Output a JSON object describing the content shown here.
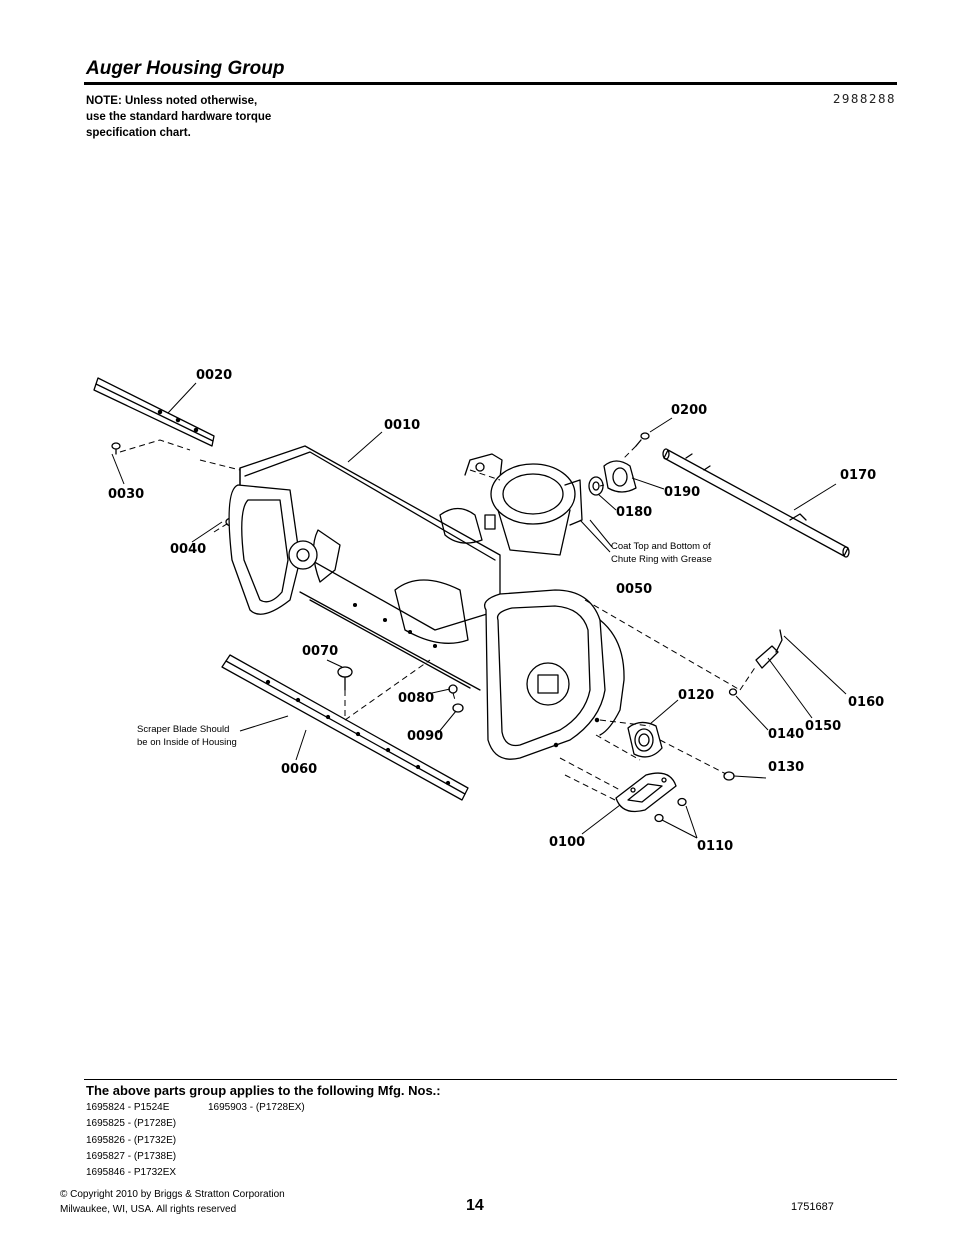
{
  "header": {
    "title": "Auger Housing Group",
    "note_lines": [
      "NOTE: Unless noted otherwise,",
      "use the standard hardware torque",
      "specification chart."
    ],
    "drawing_number": "2988288"
  },
  "diagram": {
    "callouts": {
      "c0010": "0010",
      "c0020": "0020",
      "c0030": "0030",
      "c0040": "0040",
      "c0050": "0050",
      "c0060": "0060",
      "c0070": "0070",
      "c0080": "0080",
      "c0090": "0090",
      "c0100": "0100",
      "c0110": "0110",
      "c0120": "0120",
      "c0130": "0130",
      "c0140": "0140",
      "c0150": "0150",
      "c0160": "0160",
      "c0170": "0170",
      "c0180": "0180",
      "c0190": "0190",
      "c0200": "0200"
    },
    "grease_note": [
      "Coat Top and Bottom of",
      "Chute Ring with Grease"
    ],
    "scraper_note": [
      "Scraper Blade Should",
      "be on Inside of Housing"
    ]
  },
  "footer": {
    "applies_title": "The above parts group applies to the following Mfg. Nos.:",
    "mfg_col1": [
      "1695824 - P1524E",
      "1695825 - (P1728E)",
      "1695826 - (P1732E)",
      "1695827 - (P1738E)",
      "1695846 - P1732EX"
    ],
    "mfg_col2": [
      "1695903 - (P1728EX)"
    ],
    "copyright_lines": [
      "© Copyright  2010 by Briggs & Stratton Corporation",
      "Milwaukee, WI, USA. All rights reserved"
    ],
    "page_number": "14",
    "document_number": "1751687"
  }
}
